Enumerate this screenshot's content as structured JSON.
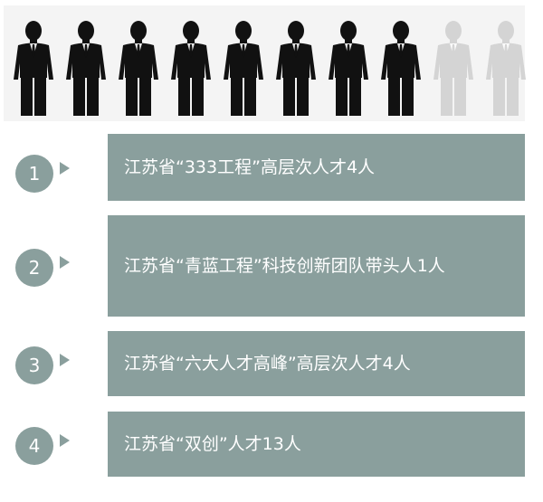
{
  "colors": {
    "accent": "#8a9f9d",
    "person_dark": "#111111",
    "person_light": "#d4d4d4",
    "background_band": "#f4f4f4"
  },
  "people": {
    "total": 10,
    "highlighted": 8,
    "icon": "businessman-icon"
  },
  "items": [
    {
      "number": "1",
      "text": "江苏省“333工程”高层次人才4人"
    },
    {
      "number": "2",
      "text": "江苏省“青蓝工程”科技创新团队带头人1人"
    },
    {
      "number": "3",
      "text": "江苏省“六大人才高峰”高层次人才4人"
    },
    {
      "number": "4",
      "text": "江苏省“双创”人才13人"
    }
  ]
}
